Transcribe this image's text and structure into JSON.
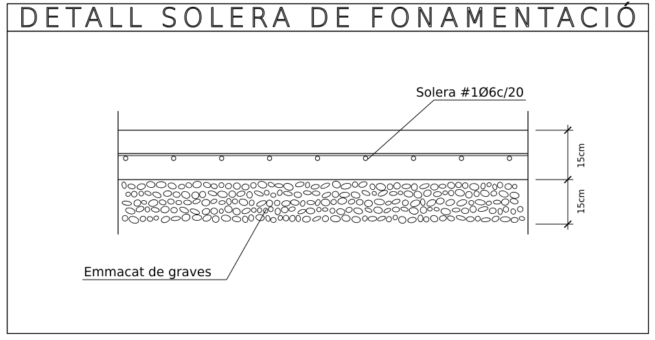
{
  "title": "DETALL SOLERA DE FONAMENTACIÓ",
  "labels": {
    "slab": "Solera #1Ø6c/20",
    "gravel": "Emmacat de graves"
  },
  "dimensions": {
    "slab_thickness": "15cm",
    "gravel_thickness": "15cm"
  },
  "rebar_count": 9,
  "colors": {
    "line": "#000000",
    "background": "#ffffff"
  }
}
